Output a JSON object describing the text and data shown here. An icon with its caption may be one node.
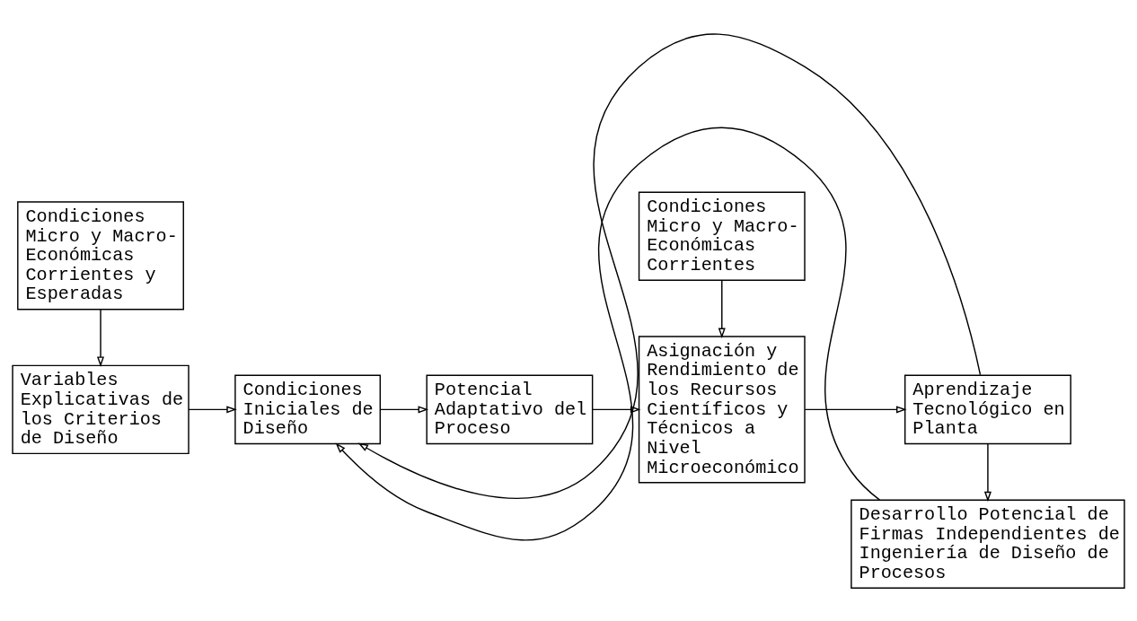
{
  "diagram": {
    "nodes": [
      {
        "text": [
          "Variables Explicativas de los Criterios de Diseño"
        ]
      },
      {
        "text": [
          "Condiciones Iniciales de Diseño"
        ]
      },
      {
        "text": [
          "Potencial Adaptativo del Proceso"
        ]
      },
      {
        "text": [
          "Asignación y Rendimiento de los Recursos Científicos y Técnicos a Nivel Microeconómico"
        ]
      },
      {
        "text": [
          "Aprendizaje Tecnológico en Planta"
        ]
      },
      {
        "text": [
          "Condiciones Micro y Macro-Económicas Corrientes y Esperadas"
        ]
      },
      {
        "text": [
          "Condiciones Micro y Macro-Económicas Corrientes"
        ]
      },
      {
        "text": [
          "Desarrollo Potencial de Firmas Independientes de Ingeniería de Diseño de Procesos"
        ]
      }
    ],
    "edges": [
      {
        "from": 0,
        "to": 1,
        "arrow": "to"
      },
      {
        "from": 1,
        "to": 2,
        "arrow": "to"
      },
      {
        "from": 2,
        "to": 3,
        "arrow": "to"
      },
      {
        "from": 3,
        "to": 4,
        "arrow": "to"
      },
      {
        "from": 5,
        "to": 0,
        "arrow": "to"
      },
      {
        "from": 6,
        "to": 3,
        "arrow": "to"
      },
      {
        "from": 4,
        "to": 7,
        "arrow": "to"
      },
      {
        "from": 7,
        "to": 1,
        "arrow": "to"
      },
      {
        "from": 4,
        "to": 1,
        "arrow": "to"
      }
    ]
  }
}
